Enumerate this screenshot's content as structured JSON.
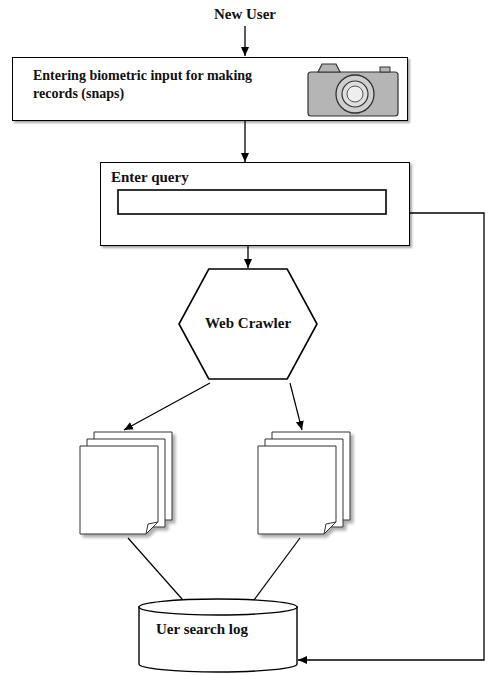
{
  "diagram": {
    "nodes": [
      {
        "text": [
          "Entering  biometric input for making records (snaps)"
        ]
      },
      {
        "text": [
          "Enter query"
        ]
      },
      {
        "text": [
          "Web Crawler"
        ]
      },
      {
        "text": [
          "Uer search log"
        ]
      }
    ],
    "edges": [
      {
        "from": 0,
        "to": 1,
        "arrow": "to"
      },
      {
        "from": 1,
        "to": 2,
        "arrow": "to"
      },
      {
        "from": 1,
        "to": 3,
        "arrow": "to"
      }
    ],
    "labels": [
      "New User"
    ]
  }
}
